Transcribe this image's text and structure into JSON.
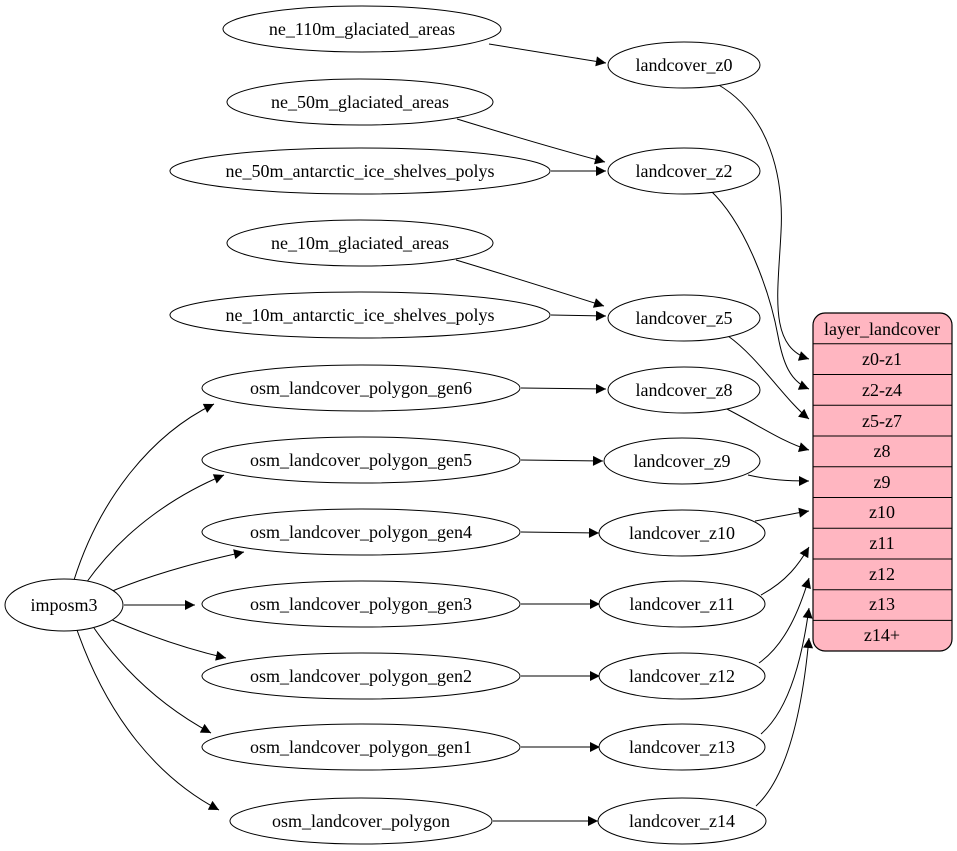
{
  "diagram": {
    "type": "etl-flow-graph",
    "source": {
      "label": "imposm3"
    },
    "inputs": [
      {
        "label": "ne_110m_glaciated_areas"
      },
      {
        "label": "ne_50m_glaciated_areas"
      },
      {
        "label": "ne_50m_antarctic_ice_shelves_polys"
      },
      {
        "label": "ne_10m_glaciated_areas"
      },
      {
        "label": "ne_10m_antarctic_ice_shelves_polys"
      },
      {
        "label": "osm_landcover_polygon_gen6"
      },
      {
        "label": "osm_landcover_polygon_gen5"
      },
      {
        "label": "osm_landcover_polygon_gen4"
      },
      {
        "label": "osm_landcover_polygon_gen3"
      },
      {
        "label": "osm_landcover_polygon_gen2"
      },
      {
        "label": "osm_landcover_polygon_gen1"
      },
      {
        "label": "osm_landcover_polygon"
      }
    ],
    "stages": [
      {
        "label": "landcover_z0"
      },
      {
        "label": "landcover_z2"
      },
      {
        "label": "landcover_z5"
      },
      {
        "label": "landcover_z8"
      },
      {
        "label": "landcover_z9"
      },
      {
        "label": "landcover_z10"
      },
      {
        "label": "landcover_z11"
      },
      {
        "label": "landcover_z12"
      },
      {
        "label": "landcover_z13"
      },
      {
        "label": "landcover_z14"
      }
    ],
    "table": {
      "title": "layer_landcover",
      "rows": [
        "z0-z1",
        "z2-z4",
        "z5-z7",
        "z8",
        "z9",
        "z10",
        "z11",
        "z12",
        "z13",
        "z14+"
      ],
      "fill": "#ffb6c1"
    },
    "edges": [
      {
        "from": "ne_110m_glaciated_areas",
        "to": "landcover_z0"
      },
      {
        "from": "ne_50m_glaciated_areas",
        "to": "landcover_z2"
      },
      {
        "from": "ne_50m_antarctic_ice_shelves_polys",
        "to": "landcover_z2"
      },
      {
        "from": "ne_10m_glaciated_areas",
        "to": "landcover_z5"
      },
      {
        "from": "ne_10m_antarctic_ice_shelves_polys",
        "to": "landcover_z5"
      },
      {
        "from": "osm_landcover_polygon_gen6",
        "to": "landcover_z8"
      },
      {
        "from": "osm_landcover_polygon_gen5",
        "to": "landcover_z9"
      },
      {
        "from": "osm_landcover_polygon_gen4",
        "to": "landcover_z10"
      },
      {
        "from": "osm_landcover_polygon_gen3",
        "to": "landcover_z11"
      },
      {
        "from": "osm_landcover_polygon_gen2",
        "to": "landcover_z12"
      },
      {
        "from": "osm_landcover_polygon_gen1",
        "to": "landcover_z13"
      },
      {
        "from": "osm_landcover_polygon",
        "to": "landcover_z14"
      },
      {
        "from": "imposm3",
        "to": "osm_landcover_polygon_gen6"
      },
      {
        "from": "imposm3",
        "to": "osm_landcover_polygon_gen5"
      },
      {
        "from": "imposm3",
        "to": "osm_landcover_polygon_gen4"
      },
      {
        "from": "imposm3",
        "to": "osm_landcover_polygon_gen3"
      },
      {
        "from": "imposm3",
        "to": "osm_landcover_polygon_gen2"
      },
      {
        "from": "imposm3",
        "to": "osm_landcover_polygon_gen1"
      },
      {
        "from": "imposm3",
        "to": "osm_landcover_polygon"
      },
      {
        "from": "landcover_z0",
        "to": "layer_landcover:z0-z1"
      },
      {
        "from": "landcover_z2",
        "to": "layer_landcover:z2-z4"
      },
      {
        "from": "landcover_z5",
        "to": "layer_landcover:z5-z7"
      },
      {
        "from": "landcover_z8",
        "to": "layer_landcover:z8"
      },
      {
        "from": "landcover_z9",
        "to": "layer_landcover:z9"
      },
      {
        "from": "landcover_z10",
        "to": "layer_landcover:z10"
      },
      {
        "from": "landcover_z11",
        "to": "layer_landcover:z11"
      },
      {
        "from": "landcover_z12",
        "to": "layer_landcover:z12"
      },
      {
        "from": "landcover_z13",
        "to": "layer_landcover:z13"
      },
      {
        "from": "landcover_z14",
        "to": "layer_landcover:z14+"
      }
    ],
    "colors": {
      "node_fill": "#ffffff",
      "line": "#000000",
      "table_fill": "#ffb6c1",
      "background": "#ffffff"
    }
  }
}
